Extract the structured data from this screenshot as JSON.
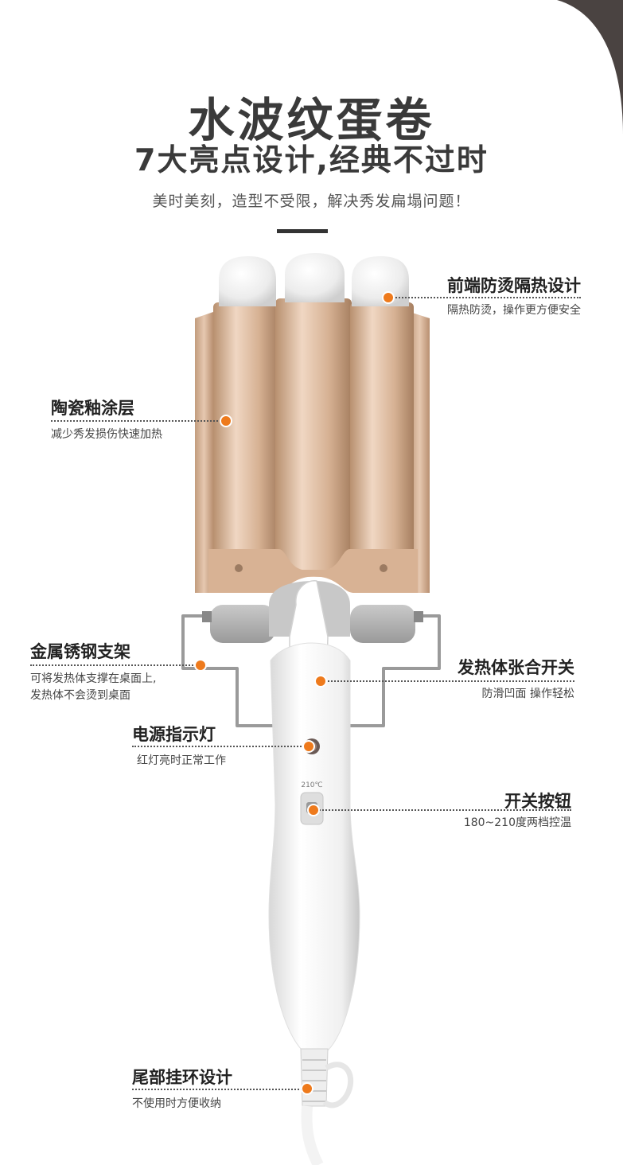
{
  "header": {
    "title": "水波纹蛋卷",
    "subtitle": "7大亮点设计,经典不过时",
    "tagline": "美时美刻，造型不受限，解决秀发扁塌问题！"
  },
  "product": {
    "temp_label": "210℃"
  },
  "callouts": {
    "tip": {
      "title": "前端防烫隔热设计",
      "desc": "隔热防烫，操作更方便安全"
    },
    "coating": {
      "title": "陶瓷釉涂层",
      "desc": "减少秀发损伤快速加热"
    },
    "stand": {
      "title": "金属锈钢支架",
      "desc1": "可将发热体支撑在桌面上,",
      "desc2": "发热体不会烫到桌面"
    },
    "clamp": {
      "title": "发热体张合开关",
      "desc": "防滑凹面 操作轻松"
    },
    "indicator": {
      "title": "电源指示灯",
      "desc": "红灯亮时正常工作"
    },
    "power": {
      "title": "开关按钮",
      "desc": "180~210度两档控温"
    },
    "hook": {
      "title": "尾部挂环设计",
      "desc": "不使用时方便收纳"
    }
  },
  "colors": {
    "accent": "#ee7a1c",
    "barrel": "#d9b69a",
    "frame": "#4a4341"
  }
}
